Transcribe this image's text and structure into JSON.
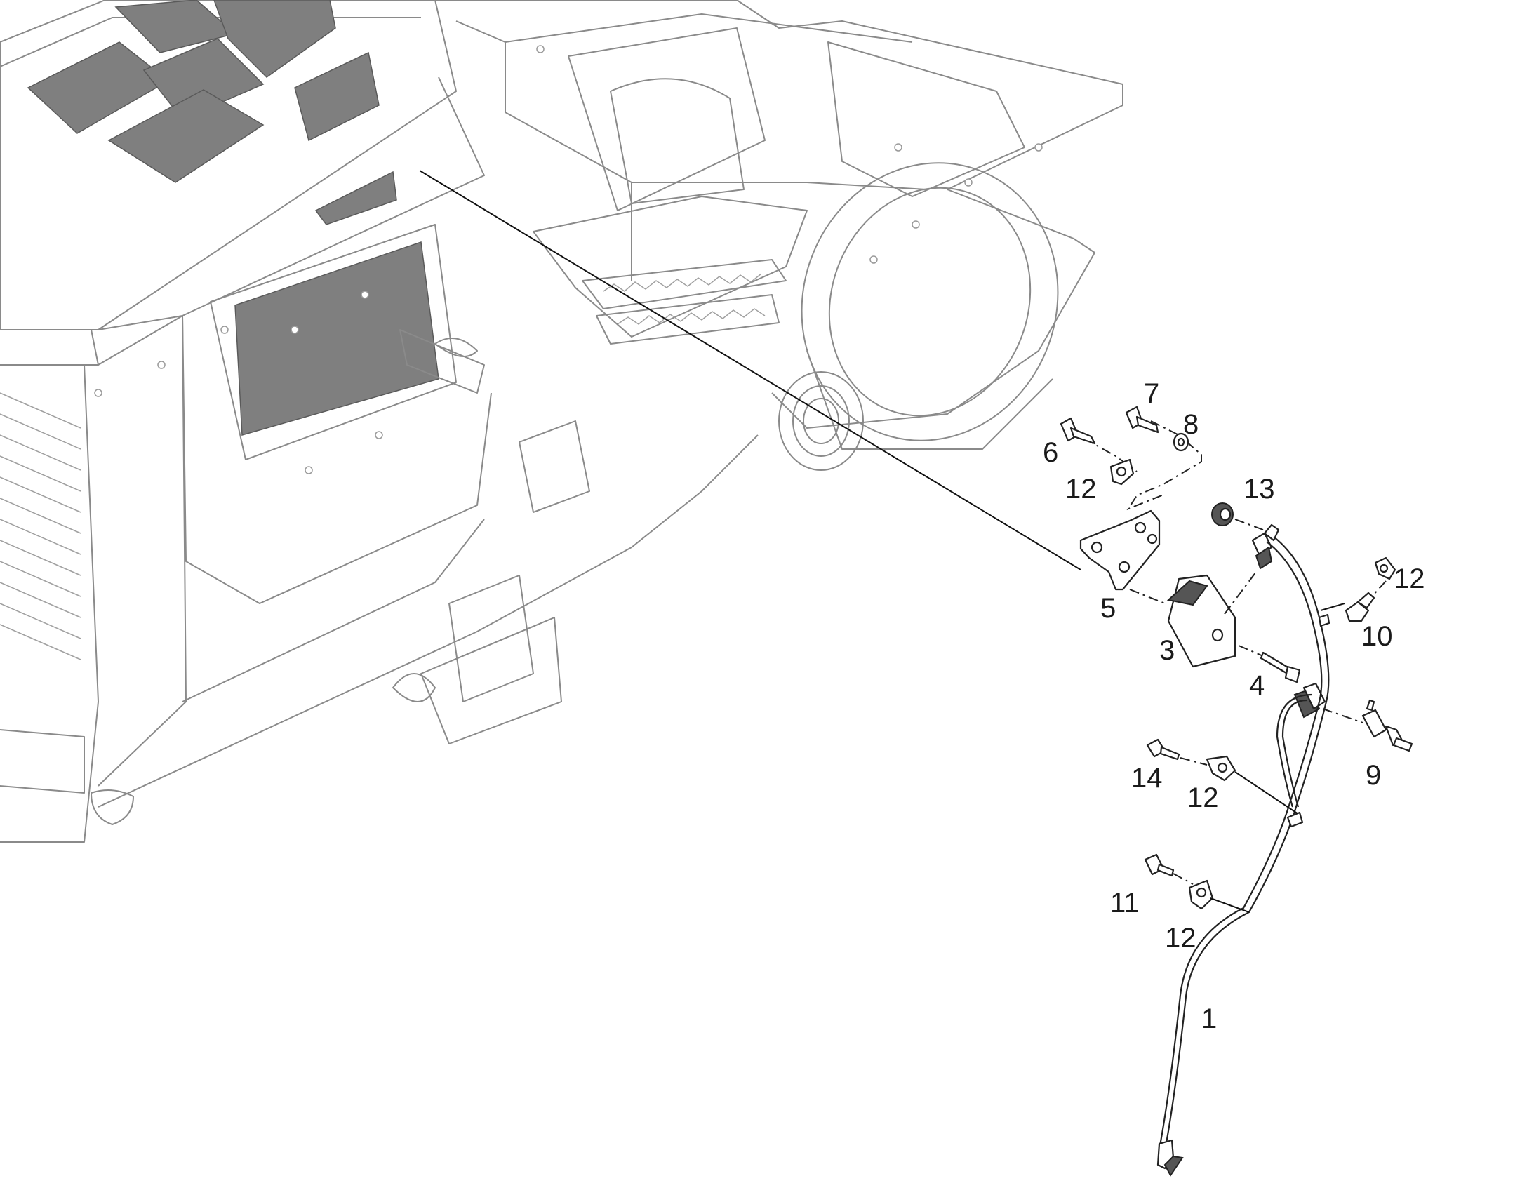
{
  "diagram": {
    "callouts": [
      {
        "id": "c1",
        "text": "1"
      },
      {
        "id": "c3",
        "text": "3"
      },
      {
        "id": "c4",
        "text": "4"
      },
      {
        "id": "c5",
        "text": "5"
      },
      {
        "id": "c6",
        "text": "6"
      },
      {
        "id": "c7",
        "text": "7"
      },
      {
        "id": "c8",
        "text": "8"
      },
      {
        "id": "c9",
        "text": "9"
      },
      {
        "id": "c10",
        "text": "10"
      },
      {
        "id": "c11",
        "text": "11"
      },
      {
        "id": "c12a",
        "text": "12"
      },
      {
        "id": "c12b",
        "text": "12"
      },
      {
        "id": "c12c",
        "text": "12"
      },
      {
        "id": "c12d",
        "text": "12"
      },
      {
        "id": "c13",
        "text": "13"
      },
      {
        "id": "c14",
        "text": "14"
      }
    ]
  }
}
